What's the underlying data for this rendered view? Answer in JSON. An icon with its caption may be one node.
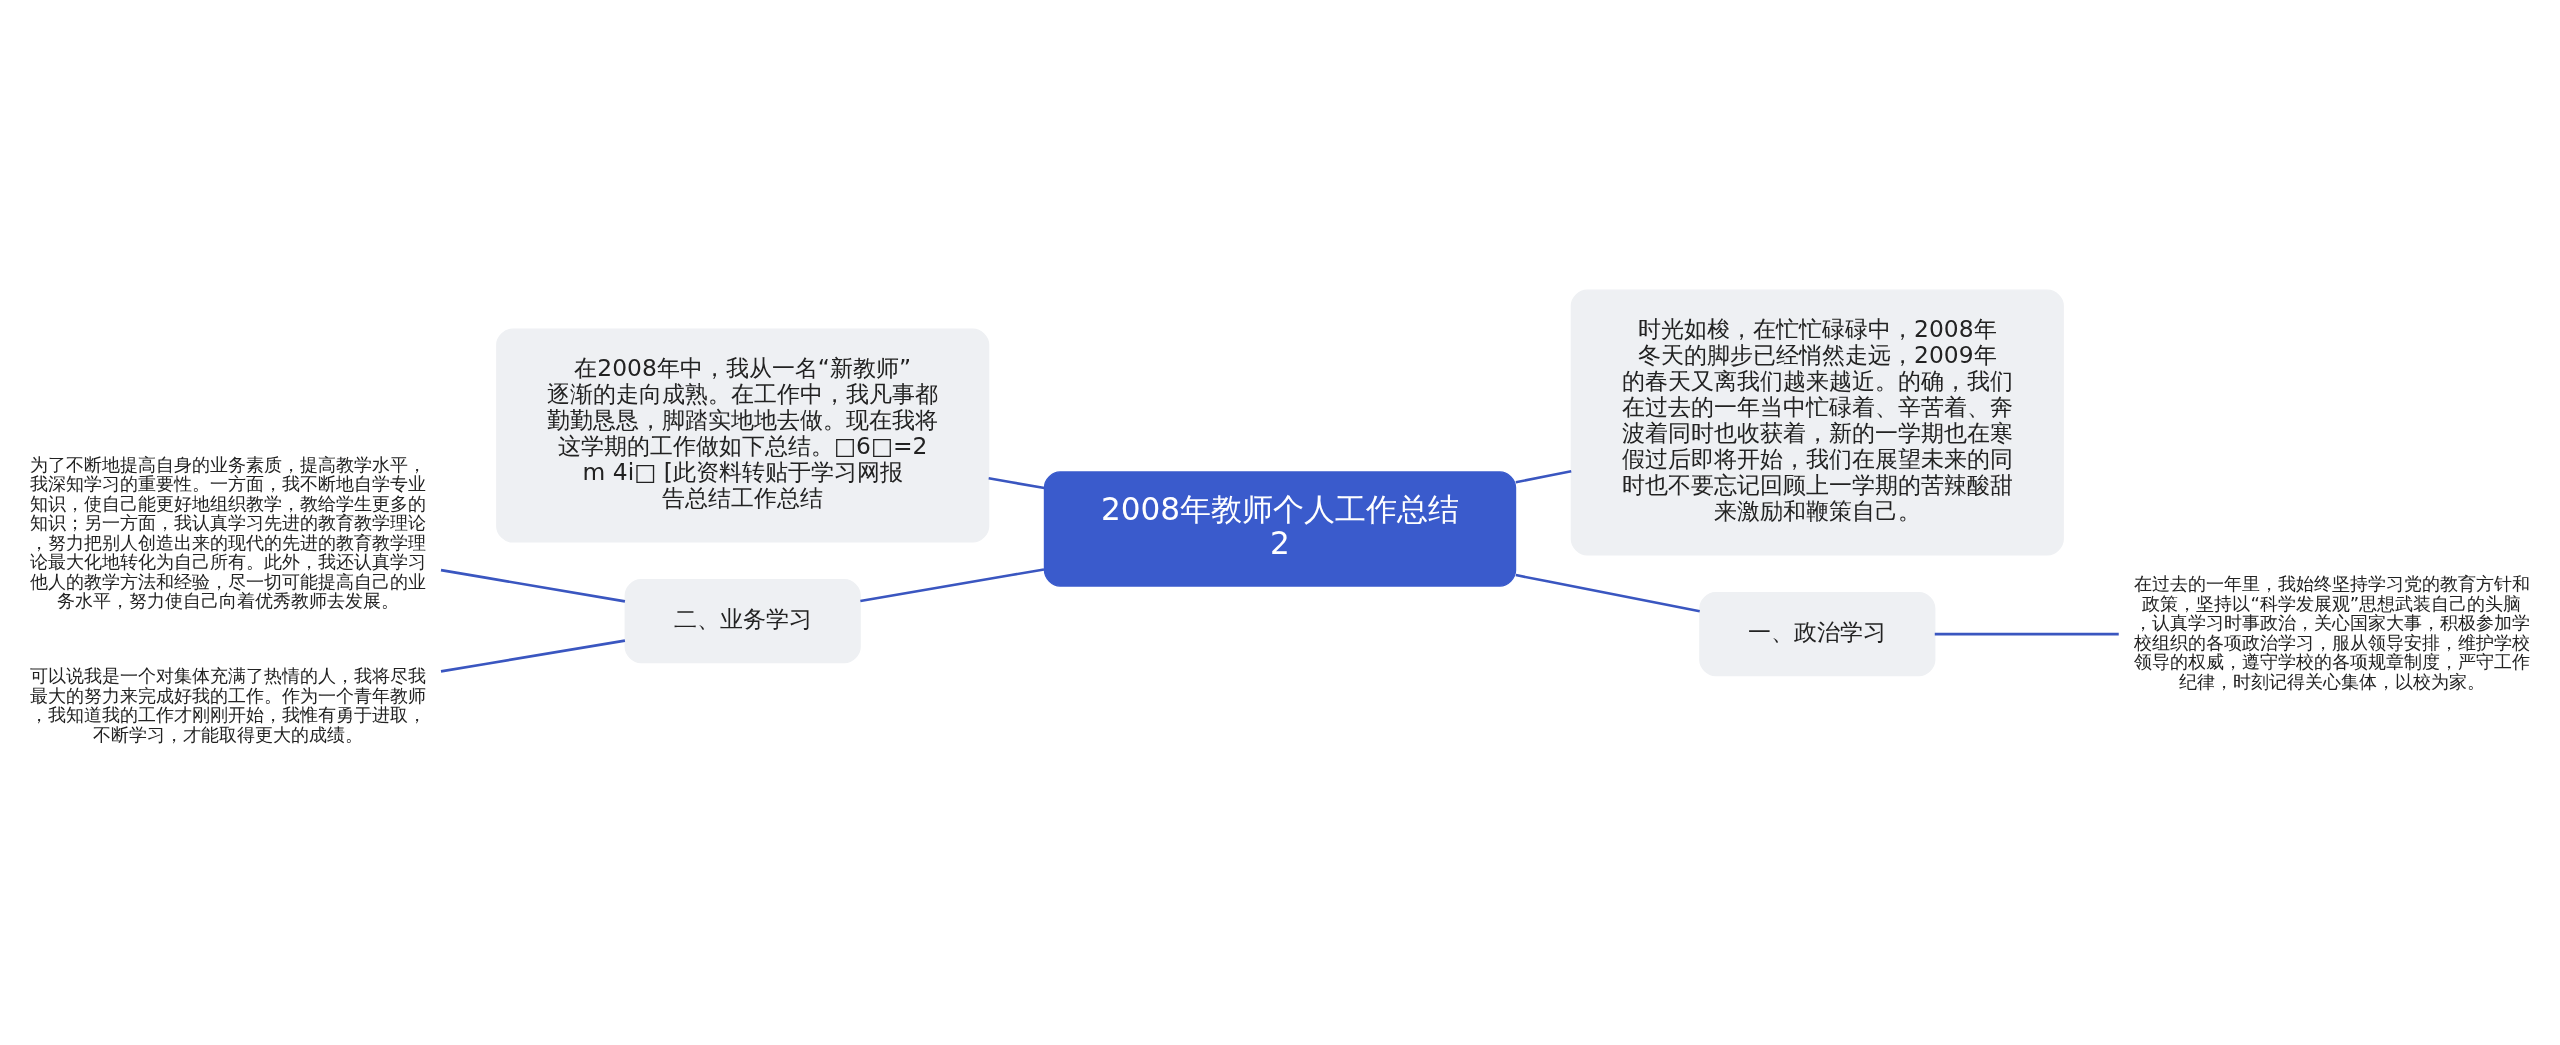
{
  "diagram": {
    "nodes": [
      {
        "text": [
          "2008年教师个人工作总结2"
        ]
      },
      {
        "text": [
          "在2008年中，我从一名“新教师”逐渐的走向成熟。在工作中，我凡事都勤勤恳恳，脚踏实地地去做。现在我将这学期的工作做如下总结。□6□=2m 4i□ [此资料转贴于学习网报告总结工作总结"
        ]
      },
      {
        "text": [
          "时光如梭，在忙忙碌碌中，2008年冬天的脚步已经悄然走远，2009年的春天又离我们越来越近。的确，我们在过去的一年当中忙碌着、辛苦着、奔波着同时也收获着，新的一学期也在寒假过后即将开始，我们在展望未来的同时也不要忘记回顾上一学期的苦辣酸甜来激励和鞭策自己。"
        ]
      },
      {
        "text": [
          "二、业务学习"
        ]
      },
      {
        "text": [
          "为了不断地提高自身的业务素质，提高教学水平，我深知学习的重要性。一方面，我不断地自学专业知识，使自己能更好地组织教学，教给学生更多的知识；另一方面，我认真学习先进的教育教学理论，努力把别人创造出来的现代的先进的教育教学理论最大化地转化为自己所有。此外，我还认真学习他人的教学方法和经验，尽一切可能提高自己的业务水平，努力使自己向着优秀教师去发展。"
        ]
      },
      {
        "text": [
          "可以说我是一个对集体充满了热情的人，我将尽我最大的努力来完成好我的工作。作为一个青年教师，我知道我的工作才刚刚开始，我惟有勇于进取，不断学习，才能取得更大的成绩。"
        ]
      },
      {
        "text": [
          "一、政治学习"
        ]
      },
      {
        "text": [
          "在过去的一年里，我始终坚持学习党的教育方针和政策，坚持以“科学发展观”思想武装自己的头脑，认真学习时事政治，关心国家大事，积极参加学校组织的各项政治学习，服从领导安排，维护学校领导的权威，遵守学校的各项规章制度，严守工作纪律，时刻记得关心集体，以校为家。"
        ]
      }
    ],
    "edges": [
      {
        "from": 0,
        "to": 1,
        "arrow": "none"
      },
      {
        "from": 0,
        "to": 2,
        "arrow": "none"
      },
      {
        "from": 0,
        "to": 3,
        "arrow": "none"
      },
      {
        "from": 3,
        "to": 4,
        "arrow": "none"
      },
      {
        "from": 3,
        "to": 5,
        "arrow": "none"
      },
      {
        "from": 0,
        "to": 6,
        "arrow": "none"
      },
      {
        "from": 6,
        "to": 7,
        "arrow": "none"
      }
    ]
  }
}
